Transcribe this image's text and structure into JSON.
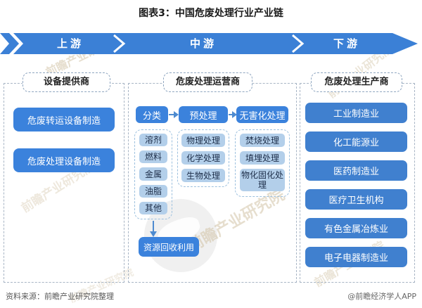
{
  "title": "图表3：中国危废处理行业产业链",
  "banner": {
    "sections": [
      {
        "label": "上游"
      },
      {
        "label": "中游"
      },
      {
        "label": "下游"
      }
    ]
  },
  "columns": [
    {
      "header": "设备提供商",
      "boxes": [
        "危废转运设备制造",
        "危废处理设备制造"
      ]
    },
    {
      "header": "危废处理运营商",
      "flow": [
        {
          "label": "分类",
          "items": [
            "溶剂",
            "燃料",
            "金属",
            "油脂",
            "其他"
          ]
        },
        {
          "label": "预处理",
          "items": [
            "物理处理",
            "化学处理",
            "生物处理"
          ]
        },
        {
          "label": "无害化处理",
          "items": [
            "焚烧处理",
            "填埋处理",
            "物化固化处理"
          ]
        }
      ],
      "recycle": "资源回收利用"
    },
    {
      "header": "危废处理生产商",
      "boxes": [
        "工业制造业",
        "化工能源业",
        "医药制造业",
        "医疗卫生机构",
        "有色金属冶炼业",
        "电子电器制造业"
      ]
    }
  ],
  "footer": {
    "source": "资料来源：前瞻产业研究院整理",
    "credit": "@前瞻经济学人APP"
  },
  "watermark": {
    "text": "前瞻产业研究院"
  },
  "colors": {
    "banner_blue": "#3b80d6",
    "primary_box_blue": "#3b82dc",
    "producer_box_blue": "#4080cf",
    "sub_box_bg": "#b3cfea",
    "sub_box_text": "#1d2e49",
    "dashed_container": "#a7b4c4",
    "dashed_group": "#9cc0de",
    "watermark": "#d1c3a6"
  }
}
